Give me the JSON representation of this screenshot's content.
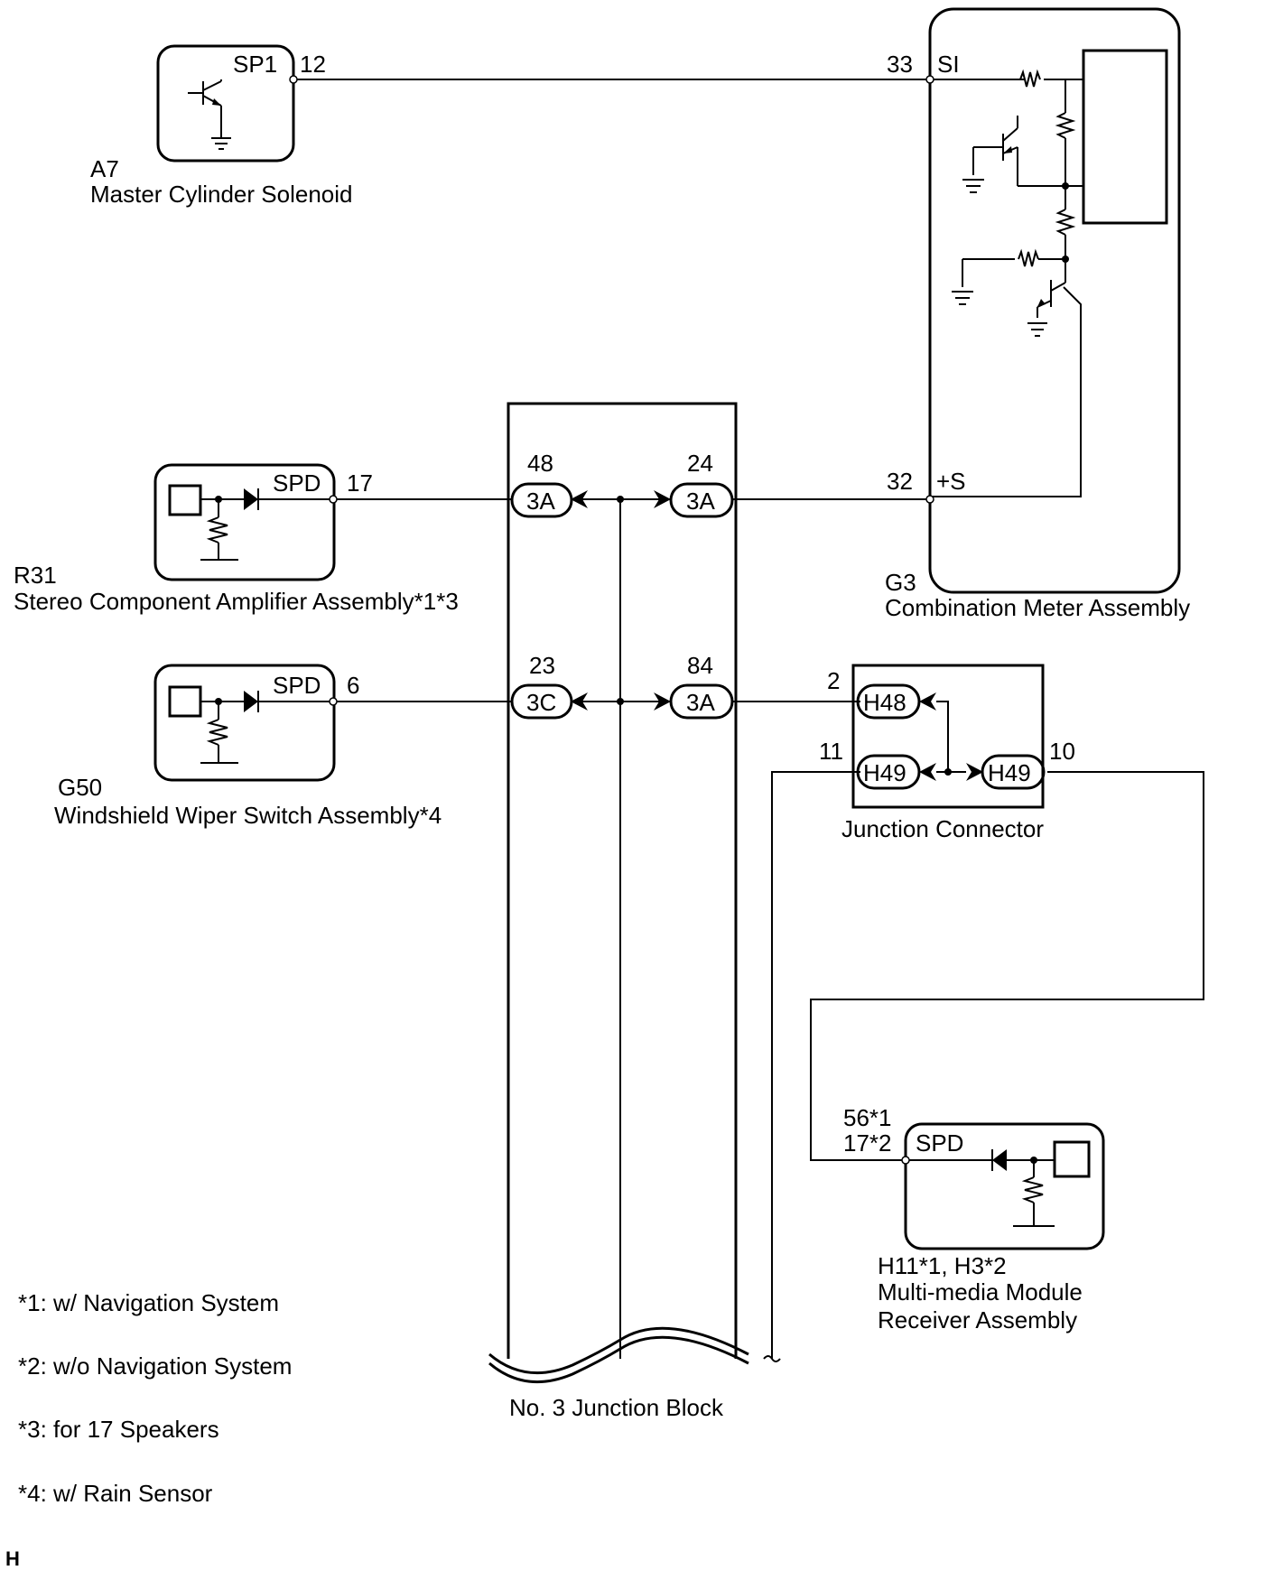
{
  "components": {
    "a7": {
      "id": "A7",
      "name": "Master Cylinder Solenoid",
      "pin_label": "SP1",
      "pin": "12"
    },
    "g3": {
      "id": "G3",
      "name": "Combination Meter Assembly",
      "si_label": "SI",
      "si_pin": "33",
      "s_label": "+S",
      "s_pin": "32"
    },
    "r31": {
      "id": "R31",
      "name": "Stereo Component Amplifier Assembly*1*3",
      "pin_label": "SPD",
      "pin": "17"
    },
    "g50": {
      "id": "G50",
      "name": "Windshield Wiper Switch Assembly*4",
      "pin_label": "SPD",
      "pin": "6"
    },
    "jb3": {
      "name": "No. 3 Junction Block",
      "c48": {
        "pin": "48",
        "label": "3A"
      },
      "c24": {
        "pin": "24",
        "label": "3A"
      },
      "c23": {
        "pin": "23",
        "label": "3C"
      },
      "c84": {
        "pin": "84",
        "label": "3A"
      }
    },
    "jc": {
      "name": "Junction Connector",
      "h48": {
        "pin": "2",
        "label": "H48"
      },
      "h49a": {
        "pin": "11",
        "label": "H49"
      },
      "h49b": {
        "pin": "10",
        "label": "H49"
      }
    },
    "h11": {
      "ids": "H11*1, H3*2",
      "name_line1": "Multi-media Module",
      "name_line2": "Receiver Assembly",
      "pin_label": "SPD",
      "pin_line1": "56*1",
      "pin_line2": "17*2"
    }
  },
  "notes": [
    "*1: w/ Navigation System",
    "*2: w/o Navigation System",
    "*3: for 17 Speakers",
    "*4: w/ Rain Sensor"
  ],
  "corner_mark": "H"
}
